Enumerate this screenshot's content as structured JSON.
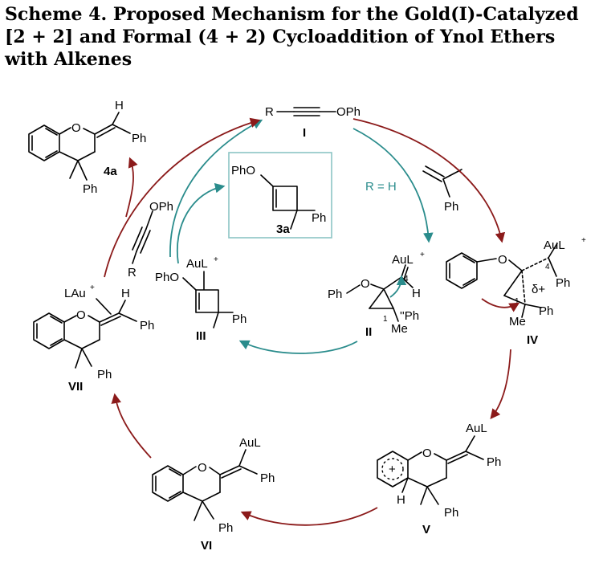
{
  "caption": "Scheme 4. Proposed Mechanism for the Gold(I)-Catalyzed [2 + 2] and Formal (4 + 2) Cycloaddition of Ynol Ethers with Alkenes",
  "compound_labels": {
    "I": "I",
    "II": "II",
    "III": "III",
    "IV": "IV",
    "V": "V",
    "VI": "VI",
    "VII": "VII",
    "p3a": "3a",
    "p4a": "4a"
  },
  "atoms": {
    "R": "R",
    "OPh": "OPh",
    "O": "O",
    "H": "H",
    "Ph": "Ph",
    "PhO": "PhO",
    "AuL": "AuL",
    "plus": "+",
    "Me": "Me",
    "LAu": "LAu",
    "num1": "1",
    "num4": "4",
    "delta": "δ+",
    "wedge_Ph": "''Ph"
  },
  "annotations": {
    "r_equals_h": "R = H"
  },
  "colors": {
    "teal": "#2a8c8c",
    "dark_red": "#8b1a1a",
    "box_border": "#8cc4c4"
  }
}
